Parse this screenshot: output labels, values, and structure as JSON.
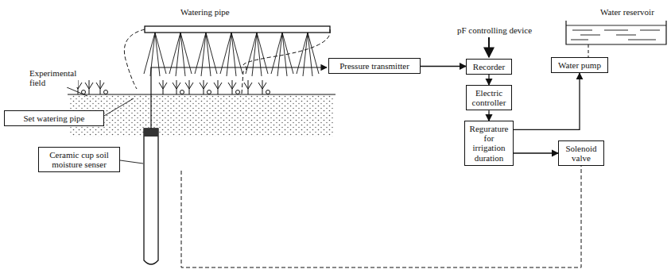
{
  "diagram": {
    "nodes": [
      {
        "text": [
          "Set watering pipe"
        ]
      },
      {
        "text": [
          "Ceramic cup soil moisture senser"
        ]
      },
      {
        "text": [
          "Pressure transmitter"
        ]
      },
      {
        "text": [
          "Recorder"
        ]
      },
      {
        "text": [
          "Electric controller"
        ]
      },
      {
        "text": [
          "Regurature for irrigation duration"
        ]
      },
      {
        "text": [
          "Water pump"
        ]
      },
      {
        "text": [
          "Solenoid valve"
        ]
      }
    ],
    "edges": [
      {
        "from": 2,
        "to": 3,
        "arrow": "to"
      },
      {
        "from": 3,
        "to": 4,
        "arrow": "to"
      },
      {
        "from": 4,
        "to": 5,
        "arrow": "to"
      },
      {
        "from": 5,
        "to": 6,
        "arrow": "to"
      },
      {
        "from": 5,
        "to": 7,
        "arrow": "to"
      }
    ],
    "labels": [
      "Watering pipe",
      "Water reservoir",
      "pF controlling device",
      "Experimental field"
    ]
  }
}
